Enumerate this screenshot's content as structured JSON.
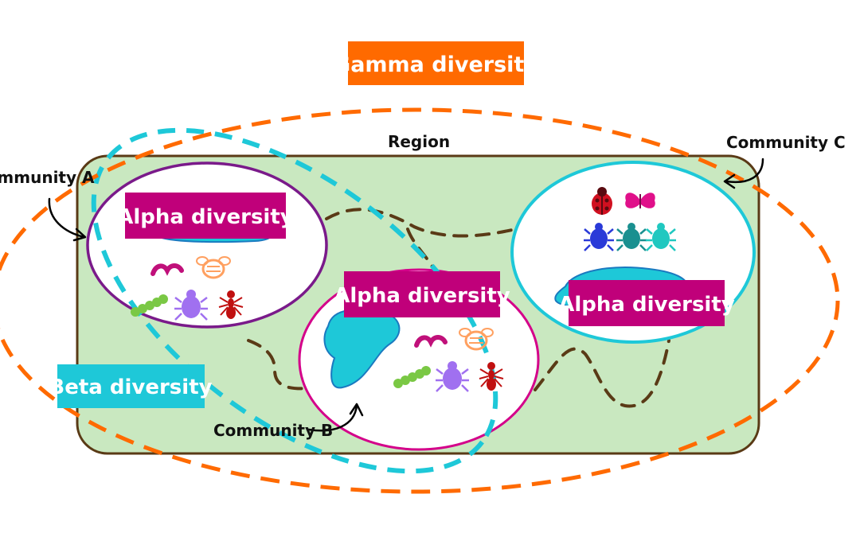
{
  "title": "Gamma diversity",
  "region_label": "Region",
  "labels": {
    "community_a": "Community A",
    "community_b": "Community B",
    "community_c": "Community C",
    "alpha_a": "Alpha diversity",
    "alpha_b": "Alpha diversity",
    "alpha_c": "Alpha diversity",
    "beta": "Beta diversity"
  },
  "colors": {
    "gamma": "#ff6a00",
    "alpha": "#c0007a",
    "beta": "#1ec8d8",
    "region_fill": "#c9e8c0",
    "region_border": "#5a3a16",
    "trail": "#5a3a16",
    "water": "#1ec8d8",
    "community_a_border": "#7a1a8a",
    "community_b_border": "#d4008a",
    "community_c_border": "#1ec8d8"
  },
  "icons": {
    "community_a": [
      "worm-icon",
      "bee-icon",
      "caterpillar-icon",
      "beetle-icon",
      "ant-icon"
    ],
    "community_b": [
      "worm-icon",
      "bee-icon",
      "caterpillar-icon",
      "beetle-icon",
      "ant-icon"
    ],
    "community_c": [
      "ladybug-icon",
      "butterfly-icon",
      "beetle-icon",
      "beetle-icon",
      "beetle-icon"
    ]
  }
}
